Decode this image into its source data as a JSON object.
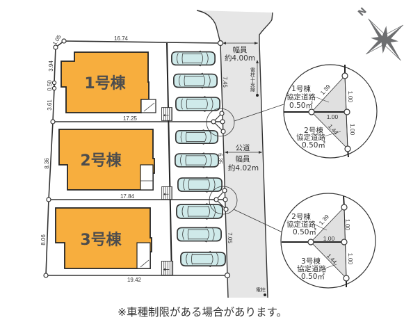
{
  "plan": {
    "lots": [
      {
        "label": "1号棟"
      },
      {
        "label": "2号棟"
      },
      {
        "label": "3号棟"
      }
    ],
    "dimensions": {
      "lot1_top": "16.74",
      "lot1_corner": "1.05",
      "lot1_left_upper": "3.94",
      "lot1_left_mid": "0.50",
      "lot1_left_lower": "3.61",
      "lot1_bottom": "17.25",
      "lot1_frontage": "7.45",
      "lot2_left": "8.36",
      "lot2_bottom": "17.84",
      "lot2_frontage": "6.35",
      "lot3_left": "8.06",
      "lot3_bottom": "19.42",
      "lot3_frontage": "7.05"
    },
    "parking_spaces_per_lot": 3
  },
  "road": {
    "north_width_label": "幅員",
    "north_width_value": "約4.00m",
    "public_road_label": "公道",
    "public_width_label": "幅員",
    "public_width_value": "約4.02m",
    "pole_with_guy": "電柱十支線",
    "pole": "電柱"
  },
  "details": [
    {
      "upper": {
        "lot": "1号棟",
        "type": "協定道路",
        "area": "0.50㎡"
      },
      "lower": {
        "lot": "2号棟",
        "type": "協定道路",
        "area": "0.50㎡"
      },
      "edges": {
        "hyp_upper": "1.39",
        "right_upper": "1.00",
        "middle": "1.00",
        "hyp_lower": "1.44",
        "right_lower": "1.00"
      }
    },
    {
      "upper": {
        "lot": "2号棟",
        "type": "協定道路",
        "area": "0.50㎡"
      },
      "lower": {
        "lot": "3号棟",
        "type": "協定道路",
        "area": "0.50㎡"
      },
      "edges": {
        "hyp_upper": "1.39",
        "right_upper": "1.00",
        "middle": "1.00",
        "hyp_lower": "1.44",
        "right_lower": "1.00"
      }
    }
  ],
  "compass": {
    "north_label": "N"
  },
  "footnote": "※車種制限がある場合があります。",
  "colors": {
    "house": "#f7ae3e",
    "car": "#cfeaea",
    "road": "#e6e6e6",
    "agreement_road": "#e0e0e0",
    "line": "#333333",
    "compass": "#6d6e70"
  }
}
